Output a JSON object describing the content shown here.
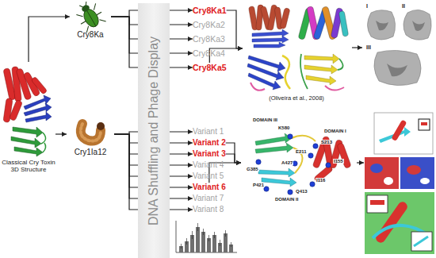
{
  "diagram": {
    "nodes": [
      {
        "text": [
          "Classical Cry Toxin 3D Structure"
        ]
      },
      {
        "text": [
          "Cry8Ka"
        ]
      },
      {
        "text": [
          "Cry1Ia12"
        ]
      },
      {
        "text": [
          "DNA Shuffling and Phage Display"
        ]
      },
      {
        "text": [
          "Cry8Ka1"
        ]
      },
      {
        "text": [
          "Cry8Ka2"
        ]
      },
      {
        "text": [
          "Cry8Ka3"
        ]
      },
      {
        "text": [
          "Cry8Ka4"
        ]
      },
      {
        "text": [
          "Cry8Ka5"
        ]
      },
      {
        "text": [
          "Variant 1"
        ]
      },
      {
        "text": [
          "Variant 2"
        ]
      },
      {
        "text": [
          "Variant 3"
        ]
      },
      {
        "text": [
          "Variant 4"
        ]
      },
      {
        "text": [
          "Variant 5"
        ]
      },
      {
        "text": [
          "Variant 6"
        ]
      },
      {
        "text": [
          "Variant 7"
        ]
      },
      {
        "text": [
          "Variant 8"
        ]
      },
      {
        "text": [
          "(Oliveira et al., 2008)"
        ]
      },
      {
        "text": [
          "DOMAIN III",
          "DOMAIN I",
          "DOMAIN II"
        ]
      }
    ],
    "edges": [
      {
        "from": 0,
        "to": 1,
        "arrow": "to"
      },
      {
        "from": 0,
        "to": 2,
        "arrow": "to"
      },
      {
        "from": 1,
        "to": 4,
        "arrow": "to"
      },
      {
        "from": 1,
        "to": 5,
        "arrow": "to"
      },
      {
        "from": 1,
        "to": 6,
        "arrow": "to"
      },
      {
        "from": 1,
        "to": 7,
        "arrow": "to"
      },
      {
        "from": 1,
        "to": 8,
        "arrow": "to"
      },
      {
        "from": 2,
        "to": 9,
        "arrow": "to"
      },
      {
        "from": 2,
        "to": 10,
        "arrow": "to"
      },
      {
        "from": 2,
        "to": 11,
        "arrow": "to"
      },
      {
        "from": 2,
        "to": 12,
        "arrow": "to"
      },
      {
        "from": 2,
        "to": 13,
        "arrow": "to"
      },
      {
        "from": 2,
        "to": 14,
        "arrow": "to"
      },
      {
        "from": 2,
        "to": 15,
        "arrow": "to"
      },
      {
        "from": 2,
        "to": 16,
        "arrow": "to"
      },
      {
        "from": 4,
        "to": 17,
        "arrow": "to"
      },
      {
        "from": 8,
        "to": 17,
        "arrow": "to"
      },
      {
        "from": 10,
        "to": 18,
        "arrow": "to"
      },
      {
        "from": 11,
        "to": 18,
        "arrow": "to"
      },
      {
        "from": 14,
        "to": 18,
        "arrow": "to"
      }
    ],
    "labels": [
      "I",
      "II",
      "III",
      "K580",
      "S213",
      "E211",
      "I155",
      "A427",
      "I116",
      "G385",
      "P421",
      "Q413"
    ]
  }
}
